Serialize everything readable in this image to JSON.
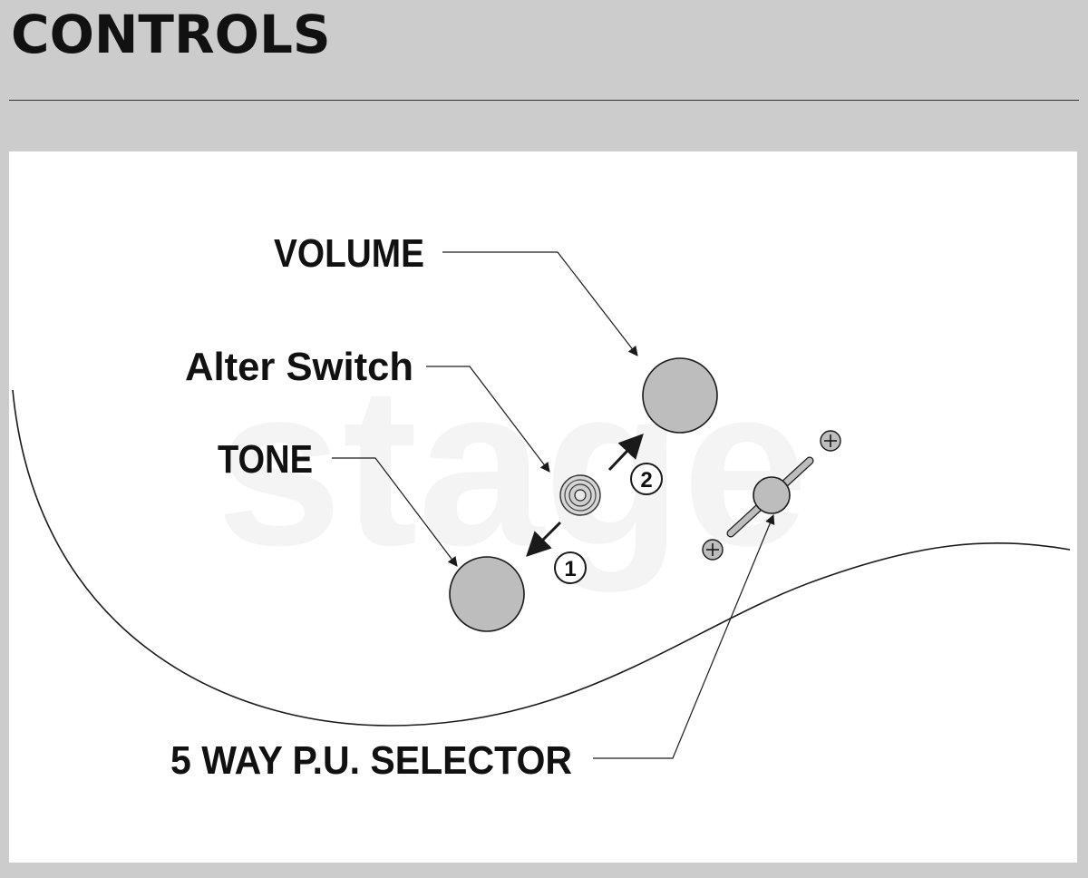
{
  "header": {
    "title": "CONTROLS"
  },
  "diagram": {
    "watermark": "stage",
    "callouts": {
      "volume": "VOLUME",
      "alter_switch": "Alter Switch",
      "tone": "TONE",
      "selector": "5 WAY P.U. SELECTOR"
    },
    "steps": {
      "step_1": "1",
      "step_2": "2"
    },
    "colors": {
      "knob_fill": "#bdbdbd",
      "outline": "#1a1a1a",
      "panel_bg": "#ffffff",
      "frame_bg": "#cccccc"
    }
  }
}
